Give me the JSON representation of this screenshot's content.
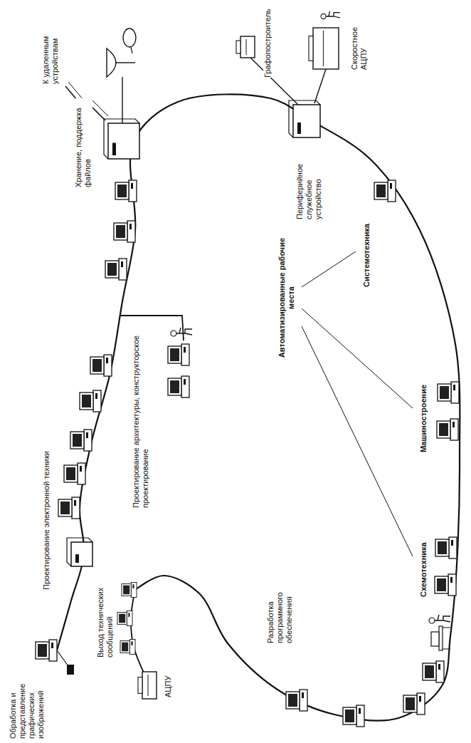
{
  "diagram": {
    "labels": [
      "Обработка и представление графических изображений",
      "Проектирование электронной техники",
      "Выход технических сообщений",
      "АЦПУ",
      "Проектирование архитектуры, конструкторское проектирование",
      "Хранение, поддержка файлов",
      "К удаленным устройствам",
      "Графопостроитель",
      "Скоростное АЦПУ",
      "Периферийное служебное устройство",
      "Автоматизированные рабочие места",
      "Разработка программного обеспечения",
      "Системотехника",
      "Машиностроение",
      "Схемотехника"
    ]
  }
}
